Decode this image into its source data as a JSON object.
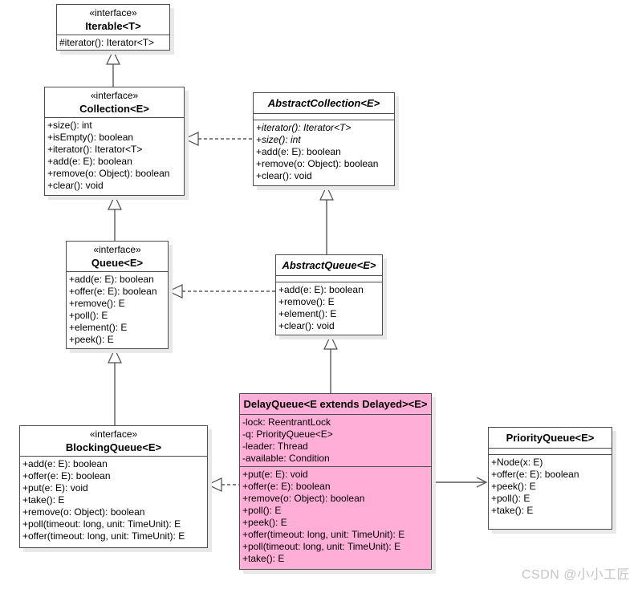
{
  "watermark": "CSDN @小小工匠",
  "colors": {
    "highlight_fill": "#ffaed8",
    "box_fill": "#ffffff",
    "line": "#595959"
  },
  "classes": {
    "iterable": {
      "stereotype": "«interface»",
      "name": "Iterable<T>",
      "methods": [
        "#iterator(): Iterator<T>"
      ]
    },
    "collection": {
      "stereotype": "«interface»",
      "name": "Collection<E>",
      "methods": [
        "+size(): int",
        "+isEmpty(): boolean",
        "+iterator(): Iterator<T>",
        "+add(e: E): boolean",
        "+remove(o: Object): boolean",
        "+clear(): void"
      ]
    },
    "abstract_collection": {
      "name": "AbstractCollection<E>",
      "methods": [
        "+iterator(): Iterator<T>",
        "+size(): int",
        "+add(e: E): boolean",
        "+remove(o: Object): boolean",
        "+clear(): void"
      ]
    },
    "queue": {
      "stereotype": "«interface»",
      "name": "Queue<E>",
      "methods": [
        "+add(e: E): boolean",
        "+offer(e: E): boolean",
        "+remove(): E",
        "+poll(): E",
        "+element(): E",
        "+peek(): E"
      ]
    },
    "abstract_queue": {
      "name": "AbstractQueue<E>",
      "methods": [
        "+add(e: E): boolean",
        "+remove(): E",
        "+element(): E",
        "+clear(): void"
      ]
    },
    "blocking_queue": {
      "stereotype": "«interface»",
      "name": "BlockingQueue<E>",
      "methods": [
        "+add(e: E): boolean",
        "+offer(e: E): boolean",
        "+put(e: E): void",
        "+take(): E",
        "+remove(o: Object): boolean",
        "+poll(timeout: long, unit: TimeUnit): E",
        "+offer(timeout: long, unit: TimeUnit): E"
      ]
    },
    "delay_queue": {
      "name": "DelayQueue<E extends Delayed><E>",
      "attributes": [
        "-lock: ReentrantLock",
        "-q: PriorityQueue<E>",
        "-leader: Thread",
        "-available: Condition"
      ],
      "methods": [
        "+put(e: E): void",
        "+offer(e: E): boolean",
        "+remove(o: Object): boolean",
        "+poll(): E",
        "+peek(): E",
        "+offer(timeout: long, unit: TimeUnit): E",
        "+poll(timeout: long, unit: TimeUnit): E",
        "+take(): E"
      ]
    },
    "priority_queue": {
      "name": "PriorityQueue<E>",
      "methods": [
        "+Node(x: E)",
        "+offer(e: E): boolean",
        "+peek(): E",
        "+poll(): E",
        "+take(): E"
      ]
    }
  },
  "relations": [
    {
      "type": "generalization",
      "from": "Collection<E>",
      "to": "Iterable<T>"
    },
    {
      "type": "realization",
      "from": "AbstractCollection<E>",
      "to": "Collection<E>"
    },
    {
      "type": "generalization",
      "from": "Queue<E>",
      "to": "Collection<E>"
    },
    {
      "type": "generalization",
      "from": "AbstractQueue<E>",
      "to": "AbstractCollection<E>"
    },
    {
      "type": "realization",
      "from": "AbstractQueue<E>",
      "to": "Queue<E>"
    },
    {
      "type": "generalization",
      "from": "BlockingQueue<E>",
      "to": "Queue<E>"
    },
    {
      "type": "generalization",
      "from": "DelayQueue<E extends Delayed><E>",
      "to": "AbstractQueue<E>"
    },
    {
      "type": "realization",
      "from": "DelayQueue<E extends Delayed><E>",
      "to": "BlockingQueue<E>"
    },
    {
      "type": "association",
      "from": "DelayQueue<E extends Delayed><E>",
      "to": "PriorityQueue<E>"
    }
  ]
}
